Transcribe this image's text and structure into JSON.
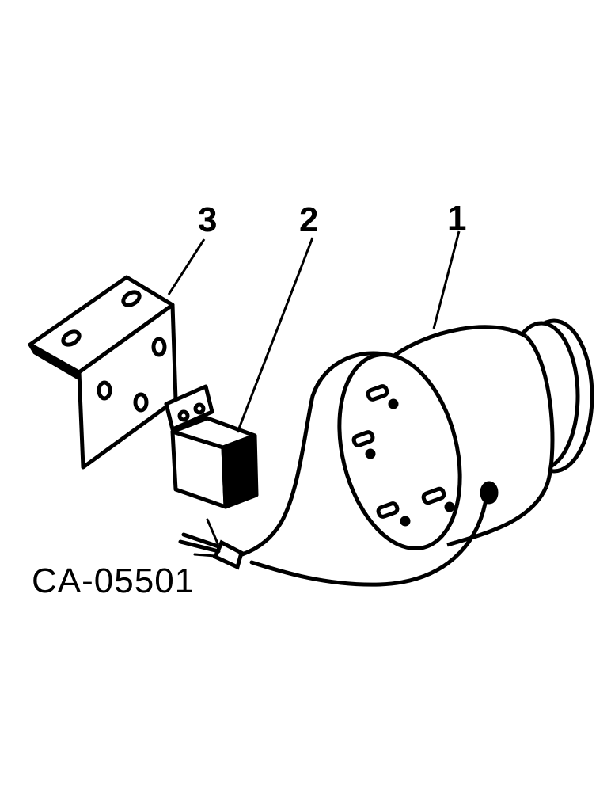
{
  "diagram": {
    "callouts": [
      {
        "label": "1",
        "part": "gauge"
      },
      {
        "label": "2",
        "part": "relay"
      },
      {
        "label": "3",
        "part": "bracket"
      }
    ],
    "figure_code": "CA-05501",
    "colors": {
      "ink": "#000000",
      "paper": "#ffffff"
    }
  }
}
